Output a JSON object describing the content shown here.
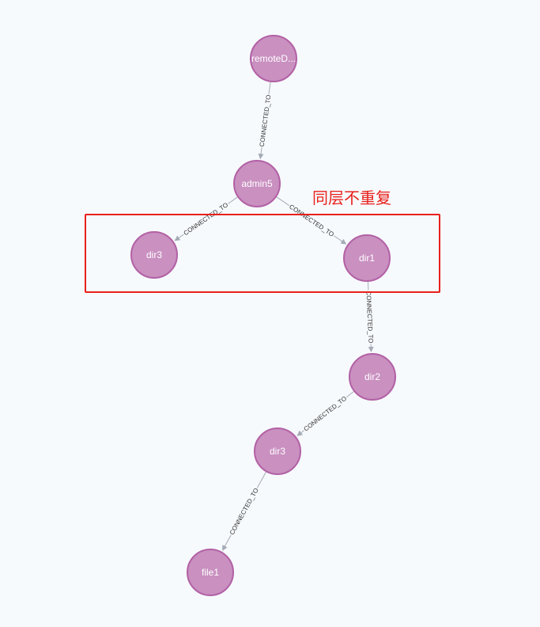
{
  "annotation": {
    "text": "同层不重复",
    "color": "#e8201a"
  },
  "colors": {
    "node_fill": "#c990c0",
    "node_stroke": "#b261a5",
    "relationship": "#a5abb6",
    "background": "#f7fafd"
  },
  "graph": {
    "nodes": [
      {
        "id": "n_remote",
        "label": "remoteD..."
      },
      {
        "id": "n_admin5",
        "label": "admin5"
      },
      {
        "id": "n_dir3_a",
        "label": "dir3"
      },
      {
        "id": "n_dir1",
        "label": "dir1"
      },
      {
        "id": "n_dir2",
        "label": "dir2"
      },
      {
        "id": "n_dir3_b",
        "label": "dir3"
      },
      {
        "id": "n_file1",
        "label": "file1"
      }
    ],
    "relationships": [
      {
        "id": "r1",
        "from": "n_remote",
        "to": "n_admin5",
        "label": "CONNECTED_TO"
      },
      {
        "id": "r2",
        "from": "n_admin5",
        "to": "n_dir3_a",
        "label": "CONNECTED_TO"
      },
      {
        "id": "r3",
        "from": "n_admin5",
        "to": "n_dir1",
        "label": "CONNECTED_TO"
      },
      {
        "id": "r4",
        "from": "n_dir1",
        "to": "n_dir2",
        "label": "CONNECTED_TO"
      },
      {
        "id": "r5",
        "from": "n_dir2",
        "to": "n_dir3_b",
        "label": "CONNECTED_TO"
      },
      {
        "id": "r6",
        "from": "n_dir3_b",
        "to": "n_file1",
        "label": "CONNECTED_TO"
      }
    ]
  }
}
